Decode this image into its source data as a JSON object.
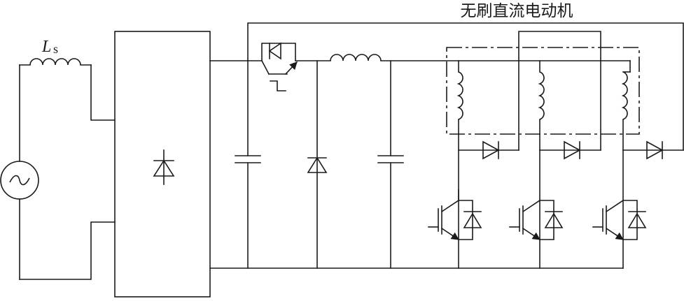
{
  "diagram": {
    "title": "无刷直流电动机",
    "inductor_label": {
      "symbol": "L",
      "subscript": "s"
    },
    "source_symbol": "~",
    "colors": {
      "line": "#1a1a1a",
      "background": "#ffffff"
    }
  }
}
